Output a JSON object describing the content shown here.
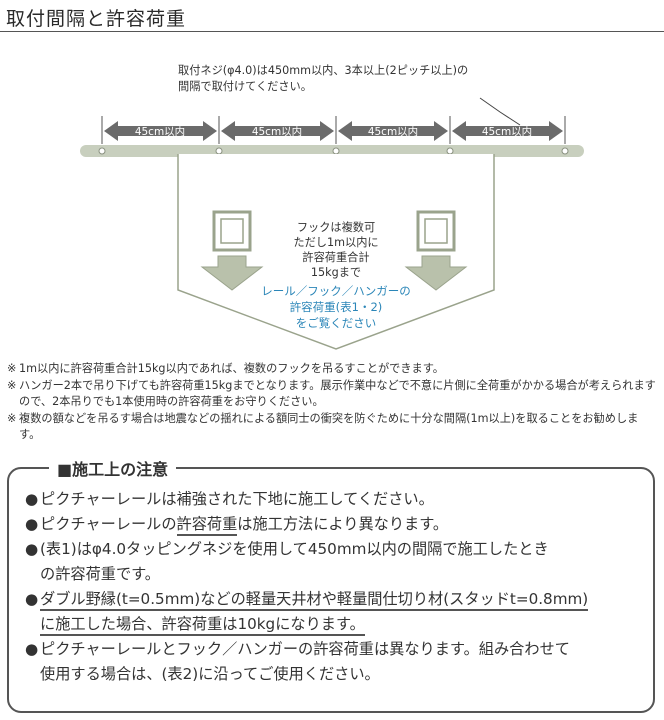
{
  "title": "取付間隔と許容荷重",
  "diagram": {
    "screw_note_line1": "取付ネジ(φ4.0)は450mm以内、3本以上(2ピッチ以上)の",
    "screw_note_line2": "間隔で取付けてください。",
    "spans": [
      "45cm以内",
      "45cm以内",
      "45cm以内",
      "45cm以内"
    ],
    "label_hook": "フック",
    "label_rail": "レール",
    "label_hanger": "ハンガー",
    "label_1m": "1m以内",
    "center_text": [
      "フックは複数可",
      "ただし1m以内に",
      "許容荷重合計",
      "15kgまで"
    ],
    "blue_text": [
      "レール／フック／ハンガーの",
      "許容荷重(表1・2)",
      "をご覧ください"
    ],
    "colors": {
      "rail": "#c8cfbe",
      "arrow_dark": "#666666",
      "arrow_fill": "#b9c1ab",
      "frame": "#9aa38c",
      "blue": "#2b86b8"
    }
  },
  "notes": [
    {
      "mark": "※",
      "text": "1m以内に許容荷重合計15kg以内であれば、複数のフックを吊るすことができます。"
    },
    {
      "mark": "※",
      "text": "ハンガー2本で吊り下げても許容荷重15kgまでとなります。展示作業中などで不意に片側に全荷重がかかる場合が考えられますので、2本吊りでも1本使用時の許容荷重をお守りください。"
    },
    {
      "mark": "※",
      "text": "複数の額などを吊るす場合は地震などの揺れによる額同士の衝突を防ぐために十分な間隔(1m以上)を取ることをお勧めします。"
    }
  ],
  "caution": {
    "title": "■施工上の注意",
    "bullet": "●",
    "item1": "ピクチャーレールは補強された下地に施工してください。",
    "item2_pre": "ピクチャーレールの",
    "item2_ul": "許容荷重",
    "item2_post": "は施工方法により異なります。",
    "item3_line1": "(表1)はφ4.0タッピングネジを使用して450mm以内の間隔で施工したとき",
    "item3_line2": "の許容荷重です。",
    "item4_line1": "ダブル野縁(t=0.5mm)などの軽量天井材や軽量間仕切り材(スタッドt=0.8mm)",
    "item4_line2_pre": "に施工した場合、",
    "item4_line2_ul": "許容荷重",
    "item4_line2_post": "は10kgになります。",
    "item5_line1": "ピクチャーレールとフック／ハンガーの許容荷重は異なります。組み合わせて",
    "item5_line2": "使用する場合は、(表2)に沿ってご使用ください。"
  }
}
